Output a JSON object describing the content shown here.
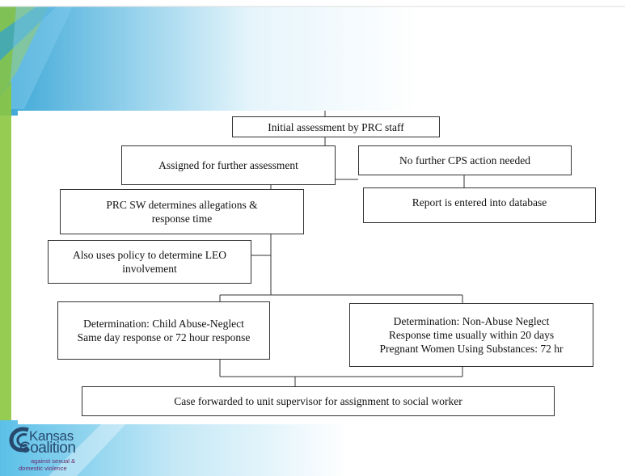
{
  "flowchart": {
    "initial": "Initial assessment by PRC staff",
    "assigned": "Assigned for further assessment",
    "no_further": "No further CPS action needed",
    "prc_sw": [
      "PRC SW determines allegations &",
      "response time"
    ],
    "report_entered": "Report is entered into database",
    "also_uses": [
      "Also uses policy to determine LEO",
      "involvement"
    ],
    "determination_abuse": [
      "Determination: Child Abuse-Neglect",
      "Same day response or 72 hour response"
    ],
    "determination_non_abuse": [
      "Determination: Non-Abuse Neglect",
      "Response time usually within 20 days",
      "Pregnant Women Using Substances: 72 hr"
    ],
    "case_forwarded": "Case forwarded to unit supervisor for assignment to social worker"
  },
  "logo": {
    "line1": "Kansas",
    "line2": "Coalition",
    "tagline1": "against sexual &",
    "tagline2": "domestic violence"
  },
  "colors": {
    "accent_blue": "#5bc0e8",
    "accent_green": "#8cc63f",
    "logo_blue": "#27496e"
  }
}
